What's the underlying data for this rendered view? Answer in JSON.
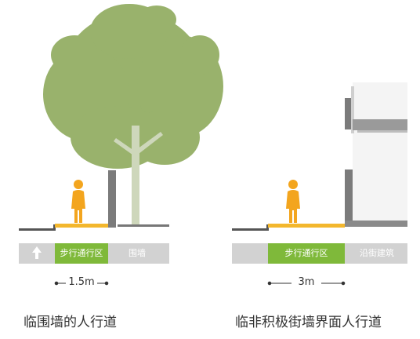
{
  "left_panel": {
    "zones": [
      "步行通行区",
      "围墙"
    ],
    "dimension": "1.5m",
    "caption": "临围墙的人行道"
  },
  "right_panel": {
    "zones": [
      "步行通行区",
      "沿街建筑"
    ],
    "dimension": "3m",
    "caption": "临非积极街墙界面人行道"
  },
  "colors": {
    "walk_zone": "#7fb93a",
    "paving": "#f3b72d",
    "person": "#f3a51e",
    "tree": "#8eaa5d",
    "trunk": "#c9d3b4",
    "wall": "#7b7b7b",
    "zone_bar": "#d2d2d2",
    "ground": "#555555"
  },
  "icons": [
    "up-arrow-icon",
    "pedestrian-icon",
    "tree-icon",
    "building-icon"
  ]
}
